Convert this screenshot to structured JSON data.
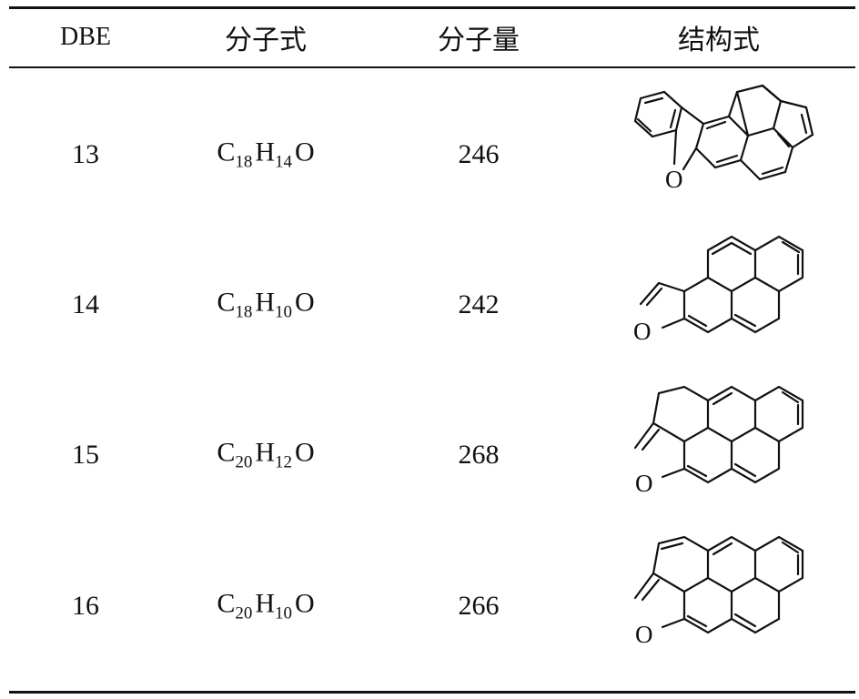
{
  "headers": {
    "dbe": "DBE",
    "formula": "分子式",
    "mass": "分子量",
    "structure": "结构式"
  },
  "rows": [
    {
      "dbe": "13",
      "formula": {
        "c": "18",
        "h": "14"
      },
      "mass": "246"
    },
    {
      "dbe": "14",
      "formula": {
        "c": "18",
        "h": "10"
      },
      "mass": "242"
    },
    {
      "dbe": "15",
      "formula": {
        "c": "20",
        "h": "12"
      },
      "mass": "268"
    },
    {
      "dbe": "16",
      "formula": {
        "c": "20",
        "h": "10"
      },
      "mass": "266"
    }
  ],
  "symbols": {
    "carbon": "C",
    "hydrogen": "H",
    "oxygen": "O"
  }
}
